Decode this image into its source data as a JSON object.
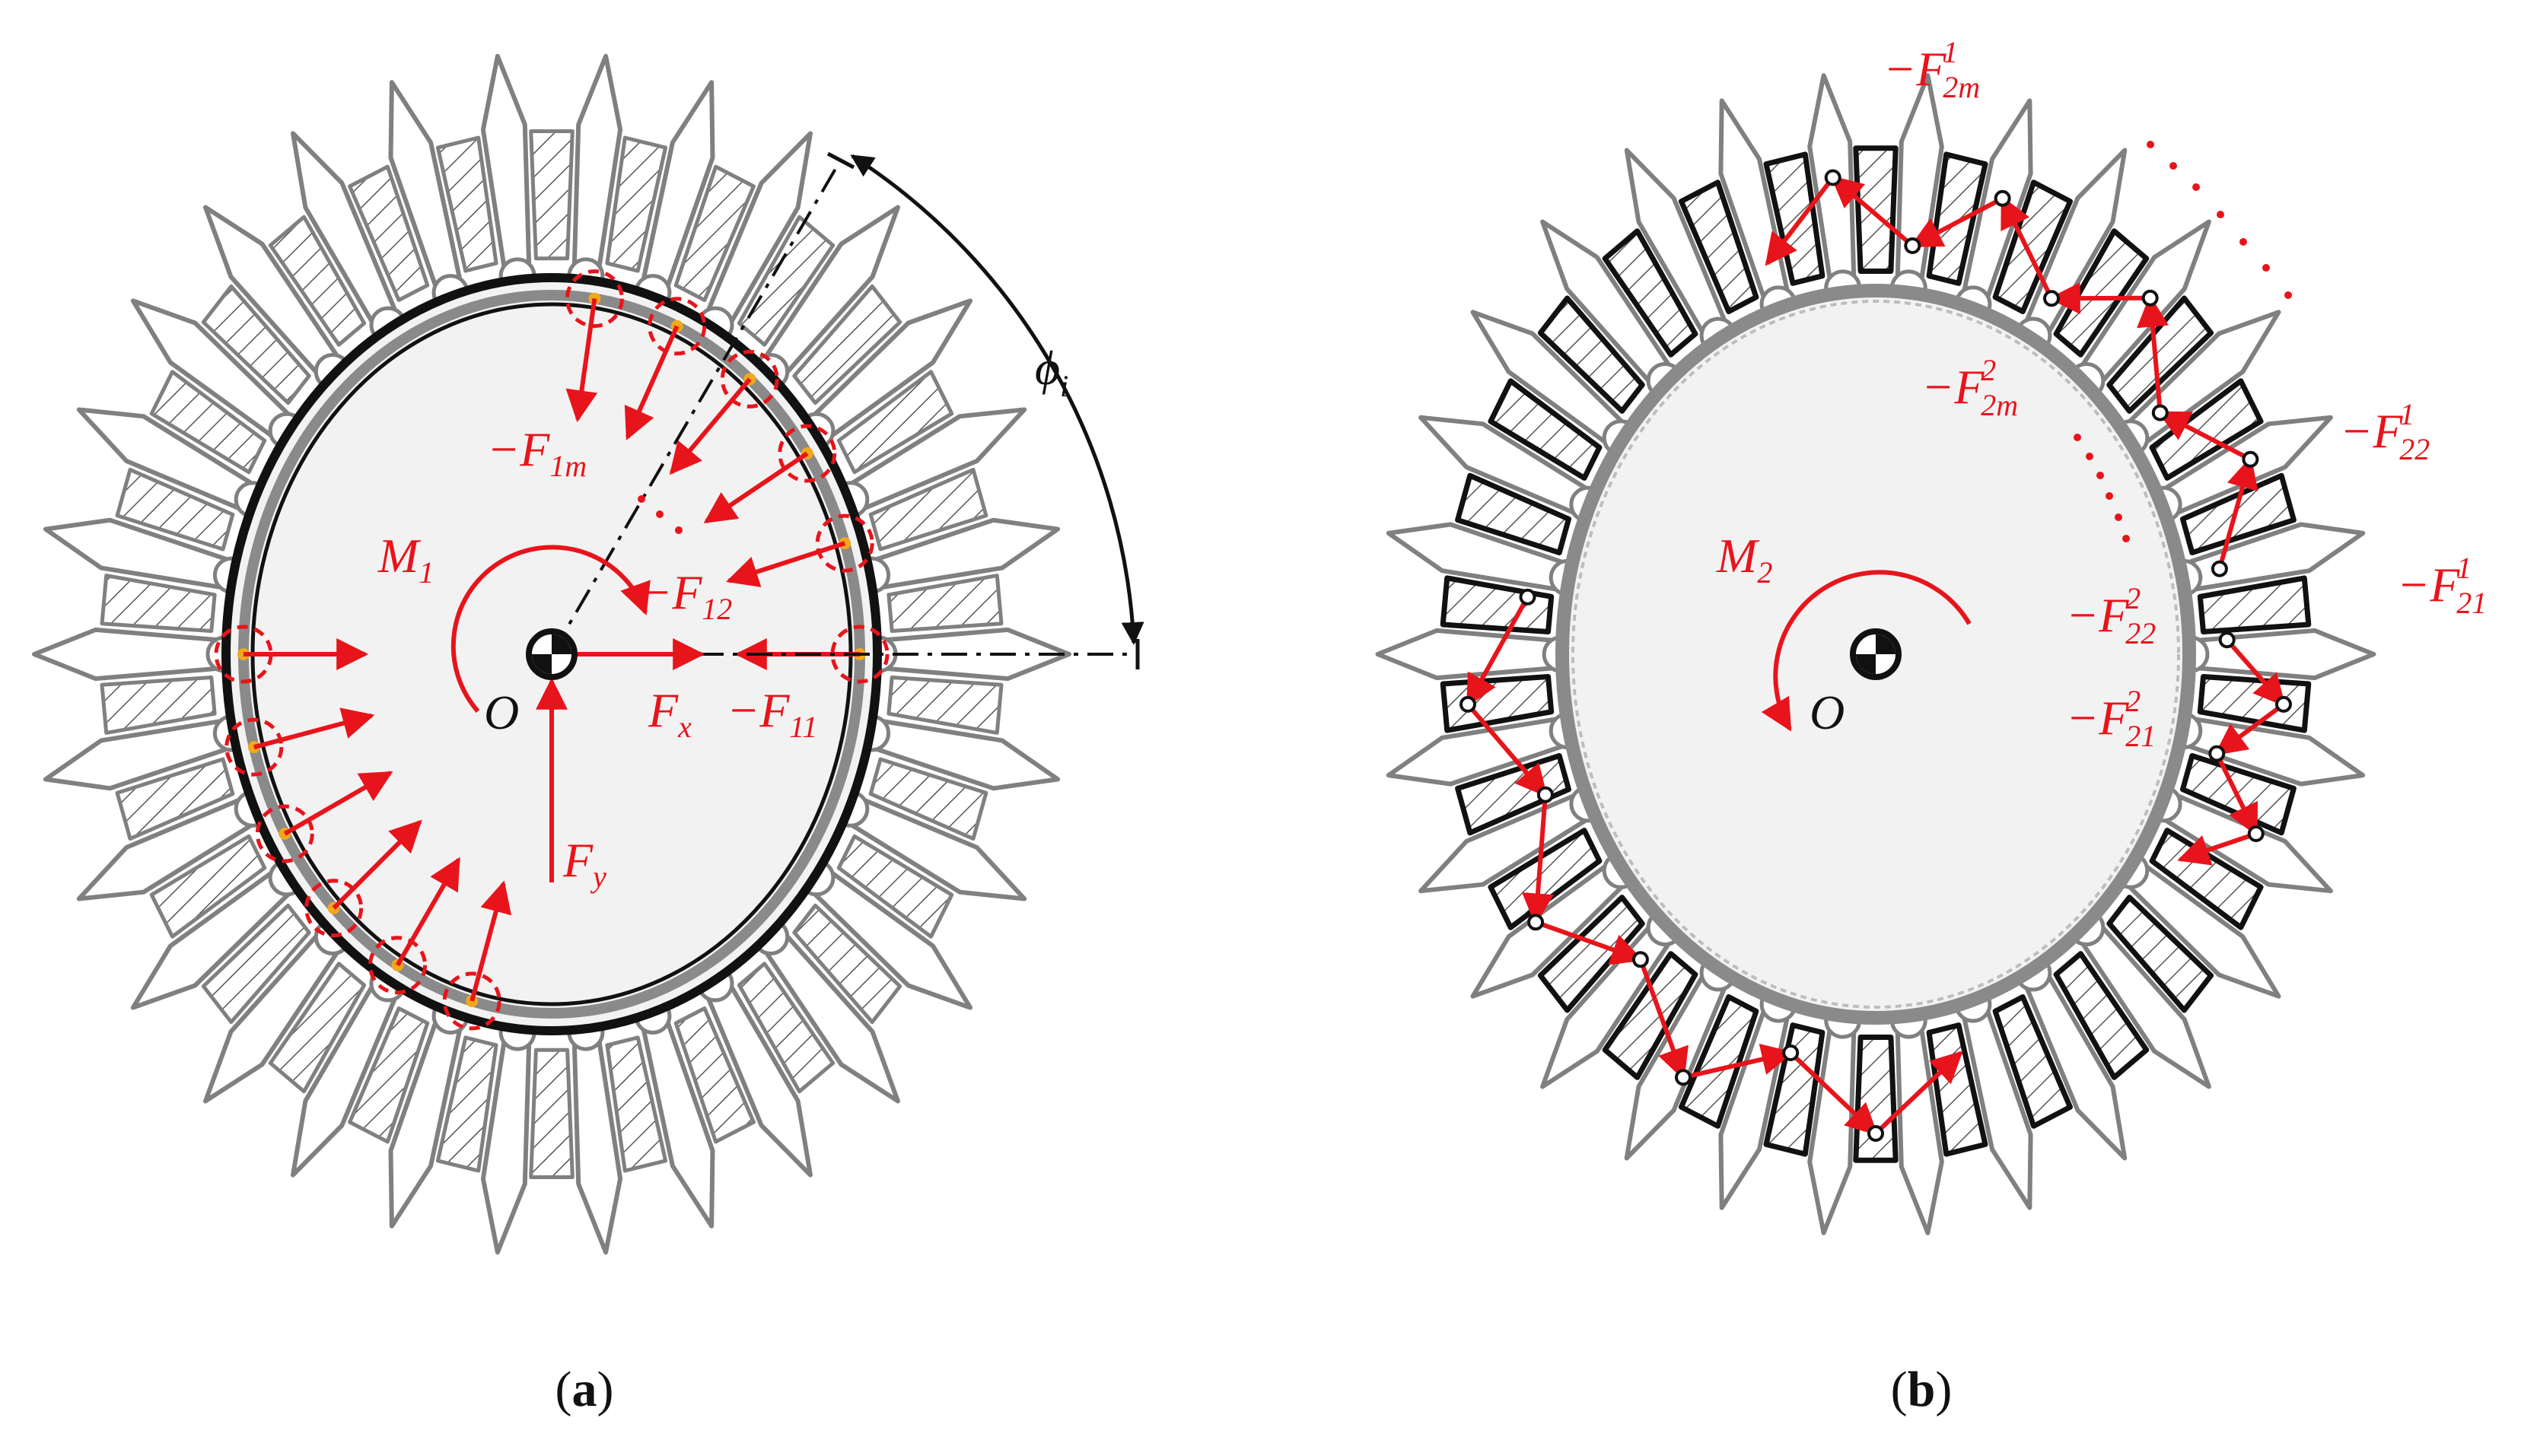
{
  "figure_a": {
    "caption": {
      "open": "(",
      "letter": "a",
      "close": ")"
    },
    "labels": {
      "phi": {
        "main": "ϕ",
        "sub": "i"
      },
      "F1m": {
        "main": "−F",
        "sub": "1m"
      },
      "M1": {
        "main": "M",
        "sub": "1"
      },
      "F12": {
        "main": "−F",
        "sub": "12"
      },
      "O": "O",
      "Fx": {
        "main": "F",
        "sub": "x"
      },
      "F11": {
        "main": "−F",
        "sub": "11"
      },
      "Fy": {
        "main": "F",
        "sub": "y"
      }
    }
  },
  "figure_b": {
    "caption": {
      "open": "(",
      "letter": "b",
      "close": ")"
    },
    "labels": {
      "F2m_1": {
        "main": "−F",
        "sup": "1",
        "sub": "2m"
      },
      "F2m_2": {
        "main": "−F",
        "sup": "2",
        "sub": "2m"
      },
      "F22_1": {
        "main": "−F",
        "sup": "1",
        "sub": "22"
      },
      "F21_1": {
        "main": "−F",
        "sup": "1",
        "sub": "21"
      },
      "M2": {
        "main": "M",
        "sub": "2"
      },
      "O": "O",
      "F22_2": {
        "main": "−F",
        "sup": "2",
        "sub": "22"
      },
      "F21_2": {
        "main": "−F",
        "sup": "2",
        "sub": "21"
      }
    }
  },
  "colors": {
    "force": "#e8141b",
    "outline": "#808080",
    "dark": "#111111",
    "fill": "#f2f2f2",
    "contact": "#f0a81c"
  }
}
